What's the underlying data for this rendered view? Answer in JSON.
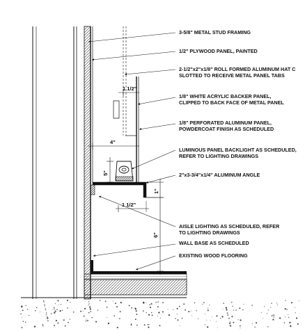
{
  "notes": {
    "stud": "3-5/8\" METAL STUD FRAMING",
    "plywood": "1/2\" PLYWOOD PANEL, PAINTED",
    "hat_line1": "2-1/2\"x2\"x1/8\" ROLL FORMED ALUMINUM HAT C",
    "hat_line2": "SLOTTED TO RECEIVE METAL PANEL TABS",
    "acrylic_line1": "1/8\" WHITE ACRYLIC BACKER PANEL,",
    "acrylic_line2": "CLIPPED TO BACK FACE OF METAL PANEL",
    "perforated_line1": "1/8\" PERFORATED ALUMINUM PANEL,",
    "perforated_line2": "POWDERCOAT FINISH AS SCHEDULED",
    "luminous_line1": "LUMINOUS PANEL BACKLIGHT AS SCHEDULED,",
    "luminous_line2": "REFER TO LIGHTING DRAWINGS",
    "angle": "2\"x3-3/4\"x1/4\" ALUMINUM ANGLE",
    "aisle_line1": "AISLE LIGHTING AS SCHEDULED, REFER",
    "aisle_line2": "TO LIGHTING DRAWINGS",
    "wall_base": "WALL BASE AS SCHEDULED",
    "flooring": "EXISTING WOOD FLOORING"
  },
  "dimensions": {
    "hat_offset": "1 1/2\"",
    "cavity_depth": "4\"",
    "backlight_height": "5\"",
    "angle_leg": "1\"",
    "angle_width": "1 1/2\"",
    "aisle_height": "6\""
  }
}
